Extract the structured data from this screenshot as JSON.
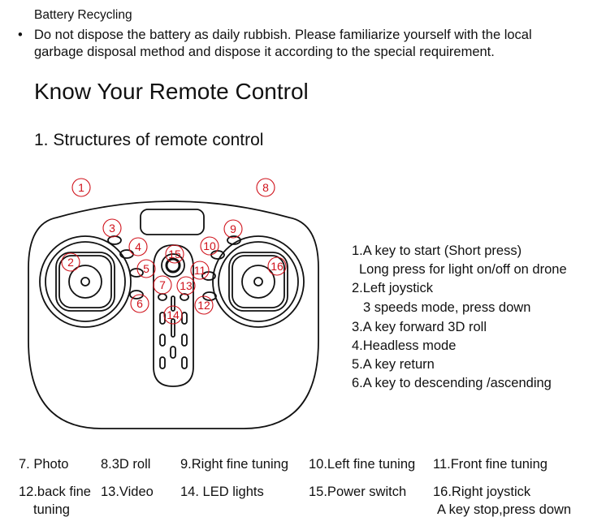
{
  "battery": {
    "title": "Battery Recycling",
    "bullet": "•",
    "line1": "Do not dispose the battery as daily rubbish. Please familiarize yourself with the local",
    "line2": "garbage disposal method and dispose it according to the special requirement."
  },
  "heading": "Know Your Remote Control",
  "subheading": "1. Structures of remote control",
  "diagram": {
    "callouts": [
      "1",
      "2",
      "3",
      "4",
      "5",
      "6",
      "7",
      "8",
      "9",
      "10",
      "11",
      "12",
      "13",
      "14",
      "15",
      "16"
    ],
    "callout_color": "#d0121b"
  },
  "legend_right": [
    "1.A key to start (Short press)",
    "Long press for light on/off on drone",
    "2.Left joystick",
    "3 speeds mode, press down",
    "3.A key forward 3D roll",
    "4.Headless mode",
    "5.A key return",
    "6.A key to descending /ascending"
  ],
  "legend_bottom": {
    "row1": [
      "7. Photo",
      "8.3D roll",
      "9.Right fine tuning",
      "10.Left fine tuning",
      "11.Front fine tuning"
    ],
    "row2": [
      "12.back fine",
      "13.Video",
      "14. LED lights",
      "15.Power switch",
      "16.Right joystick"
    ],
    "row3": [
      "tuning",
      "A key stop,press down"
    ]
  }
}
